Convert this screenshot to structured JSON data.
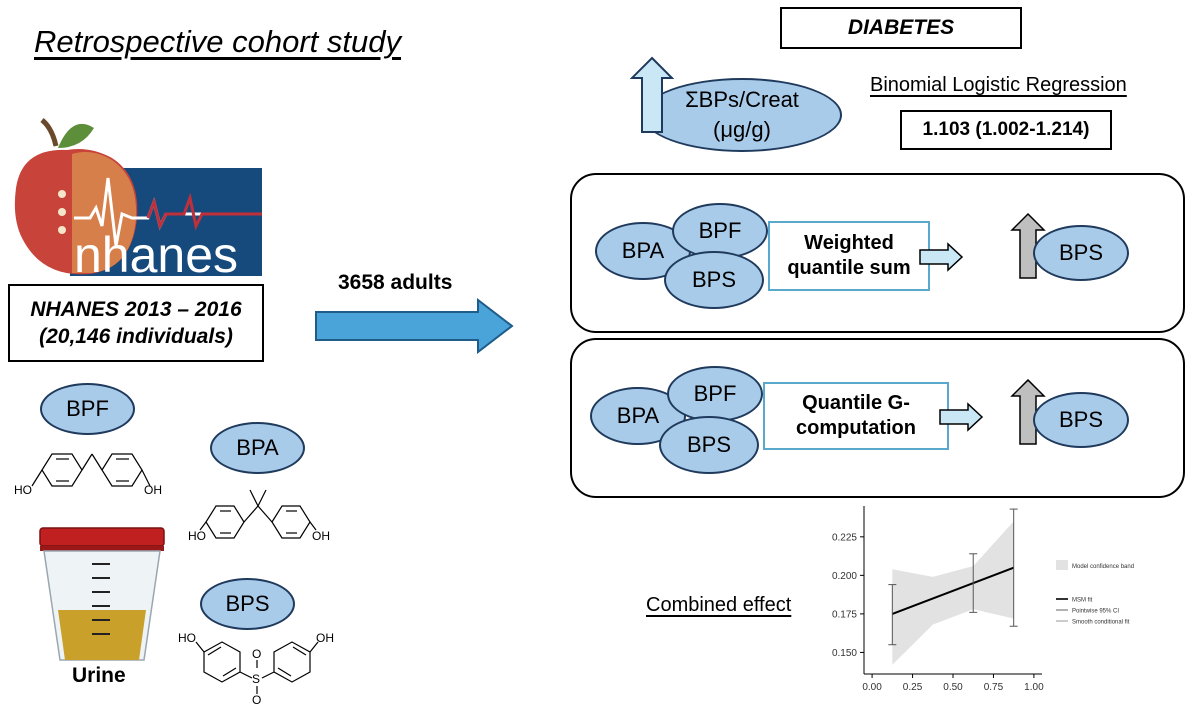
{
  "title": "Retrospective cohort study",
  "logo": {
    "text": "nhanes"
  },
  "nhanes_box": {
    "line1": "NHANES 2013 – 2016",
    "line2": "(20,146 individuals)"
  },
  "arrow_label": "3658 adults",
  "outcome": "DIABETES",
  "exposure": {
    "line1": "ΣBPs/Creat",
    "line2": "(μg/g)"
  },
  "regression_label": "Binomial Logistic Regression",
  "regression_value": "1.103 (1.002-1.214)",
  "wqs": {
    "bpa": "BPA",
    "bpf": "BPF",
    "bps": "BPS",
    "method_line1": "Weighted",
    "method_line2": "quantile sum",
    "result": "BPS"
  },
  "qgc": {
    "bpa": "BPA",
    "bpf": "BPF",
    "bps": "BPS",
    "method_line1": "Quantile G-",
    "method_line2": "computation",
    "result": "BPS"
  },
  "chemicals": {
    "bpf": "BPF",
    "bpa": "BPA",
    "bps": "BPS",
    "ho": "HO",
    "oh": "OH",
    "s": "S",
    "o": "O"
  },
  "urine_label": "Urine",
  "combined_effect_label": "Combined effect",
  "colors": {
    "ellipse_fill": "#a9cbea",
    "arrow_blue": "#4aa3d9",
    "arrow_light": "#c9e7f4",
    "up_arrow_gray": "#bfbfbf",
    "band": "#e2e2e2",
    "cup_lid": "#c0201f",
    "urine": "#c9a12a"
  },
  "chart_data": {
    "type": "line",
    "x_ticks": [
      "0.00",
      "0.25",
      "0.50",
      "0.75",
      "1.00"
    ],
    "y_ticks": [
      "0.150",
      "0.175",
      "0.200",
      "0.225"
    ],
    "xlim": [
      -0.05,
      1.05
    ],
    "ylim": [
      0.136,
      0.245
    ],
    "msm_fit": {
      "x": [
        0.125,
        0.875
      ],
      "y": [
        0.175,
        0.205
      ]
    },
    "pointwise_ci": [
      {
        "x": 0.125,
        "y": 0.175,
        "lo": 0.155,
        "hi": 0.194
      },
      {
        "x": 0.625,
        "y": 0.195,
        "lo": 0.176,
        "hi": 0.214
      },
      {
        "x": 0.875,
        "y": 0.205,
        "lo": 0.167,
        "hi": 0.243
      }
    ],
    "smooth_fit": {
      "x": [
        0.125,
        0.375,
        0.625,
        0.875
      ],
      "y": [
        0.175,
        0.185,
        0.195,
        0.205
      ]
    },
    "band": {
      "x": [
        0.125,
        0.375,
        0.625,
        0.875
      ],
      "lo": [
        0.142,
        0.168,
        0.178,
        0.172
      ],
      "hi": [
        0.204,
        0.199,
        0.206,
        0.235
      ]
    },
    "legend": {
      "band": "Model confidence band",
      "msm": "MSM fit",
      "pointwise": "Pointwise 95% CI",
      "smooth": "Smooth conditional fit"
    }
  }
}
